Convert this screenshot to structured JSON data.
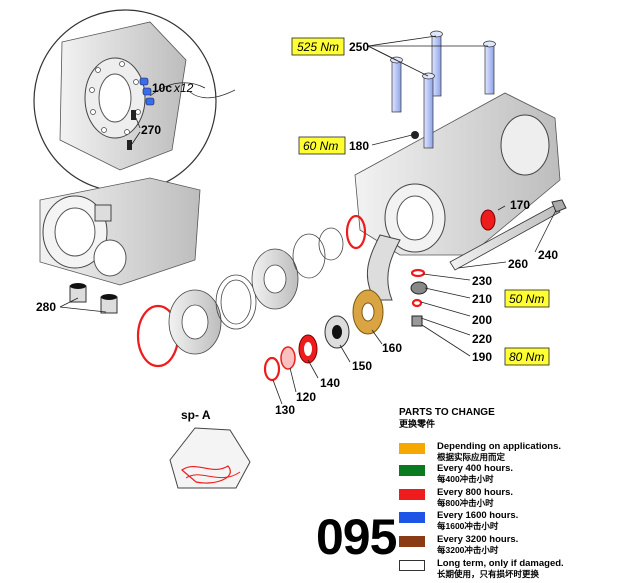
{
  "callouts": {
    "c10c": "10c",
    "c10c_qty": "x12",
    "c270": "270",
    "c280": "280",
    "c250": "250",
    "c180": "180",
    "c170": "170",
    "c240": "240",
    "c260": "260",
    "c230": "230",
    "c210": "210",
    "c200": "200",
    "c220": "220",
    "c190": "190",
    "c160": "160",
    "c150": "150",
    "c140": "140",
    "c120": "120",
    "c130": "130"
  },
  "torques": {
    "t250": "525 Nm",
    "t180": "60 Nm",
    "t210": "50 Nm",
    "t190": "80 Nm"
  },
  "spare_kit": "sp- A",
  "legend": {
    "title": "PARTS TO CHANGE",
    "title_cn": "更换零件",
    "rows": [
      {
        "en": "Depending on applications.",
        "cn": "根据实际应用而定",
        "color": "#f7a800"
      },
      {
        "en": "Every 400 hours.",
        "cn": "每400冲击小时",
        "color": "#0a7a1e"
      },
      {
        "en": "Every 800 hours.",
        "cn": "每800冲击小时",
        "color": "#ee1c1c"
      },
      {
        "en": "Every 1600 hours.",
        "cn": "每1600冲击小时",
        "color": "#1f55e6"
      },
      {
        "en": "Every 3200 hours.",
        "cn": "每3200冲击小时",
        "color": "#8a3a14"
      },
      {
        "en": "Long term, only if damaged.",
        "cn": "长期使用，只有损坏时更换",
        "color": "#ffffff"
      }
    ]
  },
  "page_number": "095",
  "colors": {
    "torque_box": "#ffff33",
    "red_parts": "#ee1c1c",
    "blue_parts": "#3b6cf0",
    "gear_orange": "#d9a441",
    "line": "#222222"
  }
}
